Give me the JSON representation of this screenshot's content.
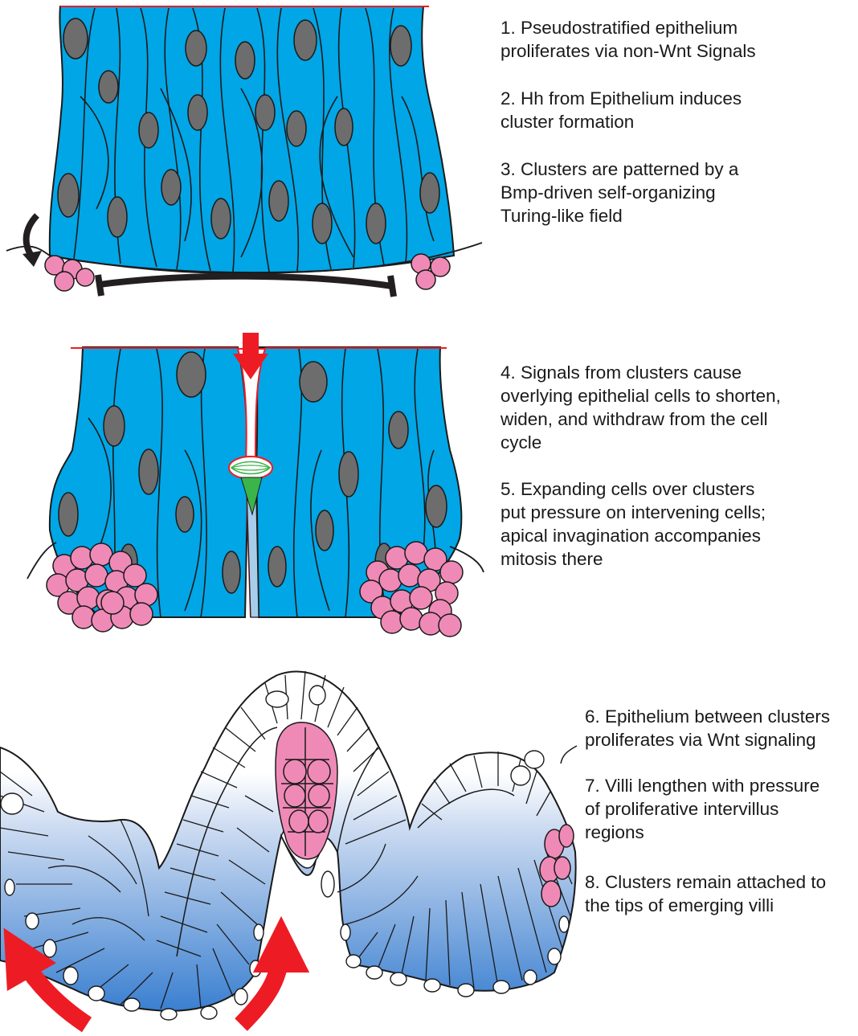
{
  "colors": {
    "epithelium": "#00a6e6",
    "nucleus": "#6d6d6d",
    "cluster": "#ef8ab7",
    "arrow": "#ed1c24",
    "dark_arrow": "#231f20",
    "gradient_top": "#ffffff",
    "gradient_bottom": "#3a7fd0",
    "spindle": "#3bb54a"
  },
  "stage1": {
    "captions": [
      "1. Pseudostratified epithelium\nproliferates via non-Wnt Signals",
      "2. Hh from Epithelium induces\ncluster formation",
      "3. Clusters are patterned by a\nBmp-driven self-organizing\nTuring-like field"
    ]
  },
  "stage2": {
    "captions": [
      "4. Signals from clusters cause\noverlying epithelial cells to shorten,\nwiden, and withdraw from the cell\ncycle",
      "5. Expanding cells over clusters\nput pressure on intervening cells;\napical invagination accompanies\nmitosis there"
    ]
  },
  "stage3": {
    "captions": [
      "6. Epithelium between clusters\nproliferates via Wnt signaling",
      "7. Villi lengthen with pressure\nof proliferative intervillus\nregions",
      "8. Clusters remain attached to\nthe tips of emerging villi"
    ]
  }
}
